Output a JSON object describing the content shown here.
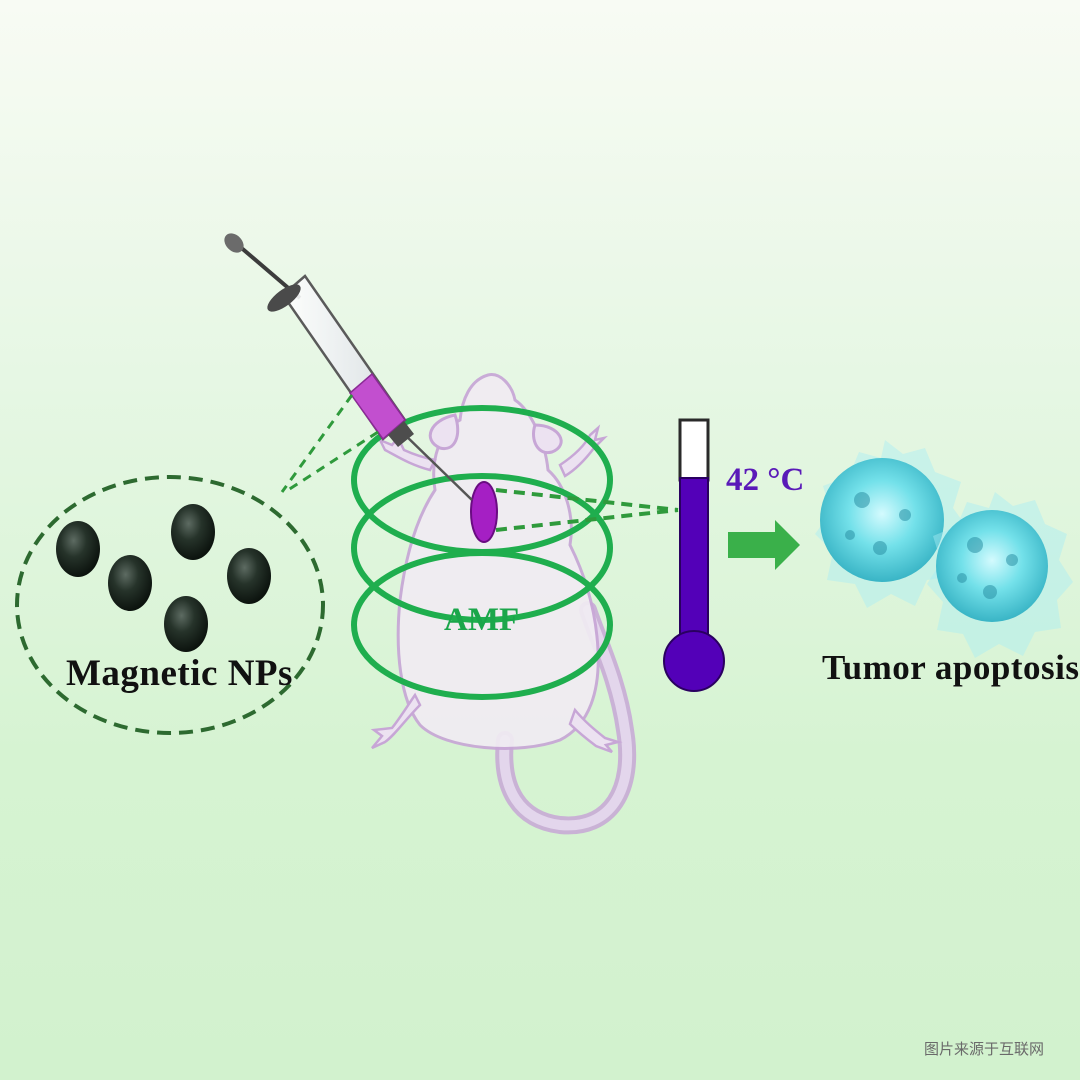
{
  "labels": {
    "nanoparticles": "Magnetic NPs",
    "field": "AMF",
    "temperature": "42 °C",
    "outcome": "Tumor apoptosis",
    "watermark": "图片来源于互联网"
  },
  "colors": {
    "coil": "#1fae4e",
    "dashed_link": "#2f9a3c",
    "nanoparticle_circle": "#2d6a30",
    "nanoparticle": "#1e2a22",
    "syringe_liquid": "#c24fcf",
    "tumor": "#a51fc4",
    "thermometer": "#5300b8",
    "arrow": "#3ab04a",
    "cells": "#3cc7d6",
    "mouse": "#f1ecf3",
    "mouse_outline": "#c7a6d6"
  },
  "icons": [
    "syringe-icon",
    "mouse-icon",
    "coil-icon",
    "thermometer-icon",
    "arrow-right-icon",
    "tumor-cell-icon"
  ]
}
